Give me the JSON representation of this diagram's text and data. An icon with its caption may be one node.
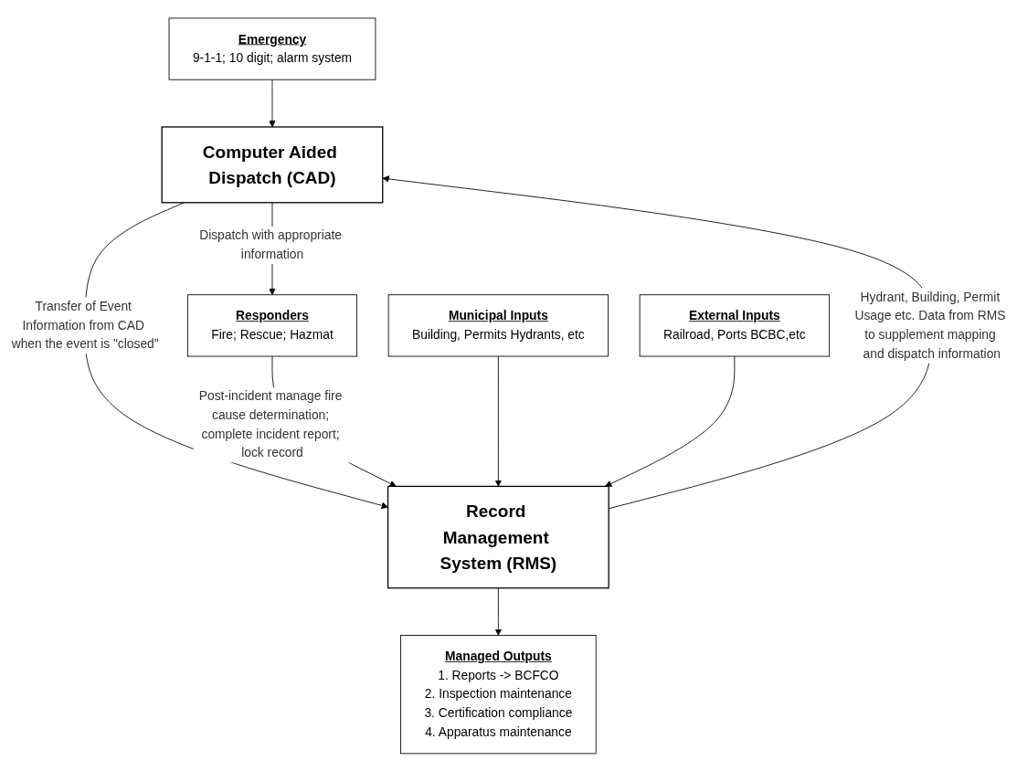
{
  "diagram": {
    "nodes": [
      {
        "text": [
          "Emergency",
          "9-1-1; 10 digit; alarm system"
        ]
      },
      {
        "text": [
          "Computer Aided Dispatch (CAD)"
        ]
      },
      {
        "text": [
          "Responders",
          "Fire; Rescue; Hazmat"
        ]
      },
      {
        "text": [
          "Municipal Inputs",
          "Building, Permits Hydrants, etc"
        ]
      },
      {
        "text": [
          "Record Management System (RMS)"
        ]
      },
      {
        "text": [
          "External Inputs",
          "Railroad, Ports BCBC,etc"
        ]
      },
      {
        "text": [
          "Managed Outputs",
          "1. Reports -> BCFCO",
          "2. Inspection maintenance",
          "3. Certification compliance",
          "4. Apparatus maintenance"
        ]
      }
    ],
    "edges": [
      {
        "from": 0,
        "to": 1,
        "arrow": "to"
      },
      {
        "from": 1,
        "to": 2,
        "arrow": "to",
        "label": "Dispatch with appropriate information"
      },
      {
        "from": 4,
        "to": 1,
        "arrow": "to",
        "label": "Hydrant, Building, Permit Usage etc. Data from RMS to supplement mapping and dispatch information"
      },
      {
        "from": 1,
        "to": 4,
        "arrow": "to",
        "label": "Transfer of Event Information from CAD when the event is \"closed\""
      },
      {
        "from": 2,
        "to": 4,
        "arrow": "to",
        "label": "Post-incident manage fire cause determination; complete incident report; lock record"
      },
      {
        "from": 3,
        "to": 4,
        "arrow": "to"
      },
      {
        "from": 5,
        "to": 4,
        "arrow": "to"
      },
      {
        "from": 4,
        "to": 6,
        "arrow": "to"
      }
    ]
  }
}
